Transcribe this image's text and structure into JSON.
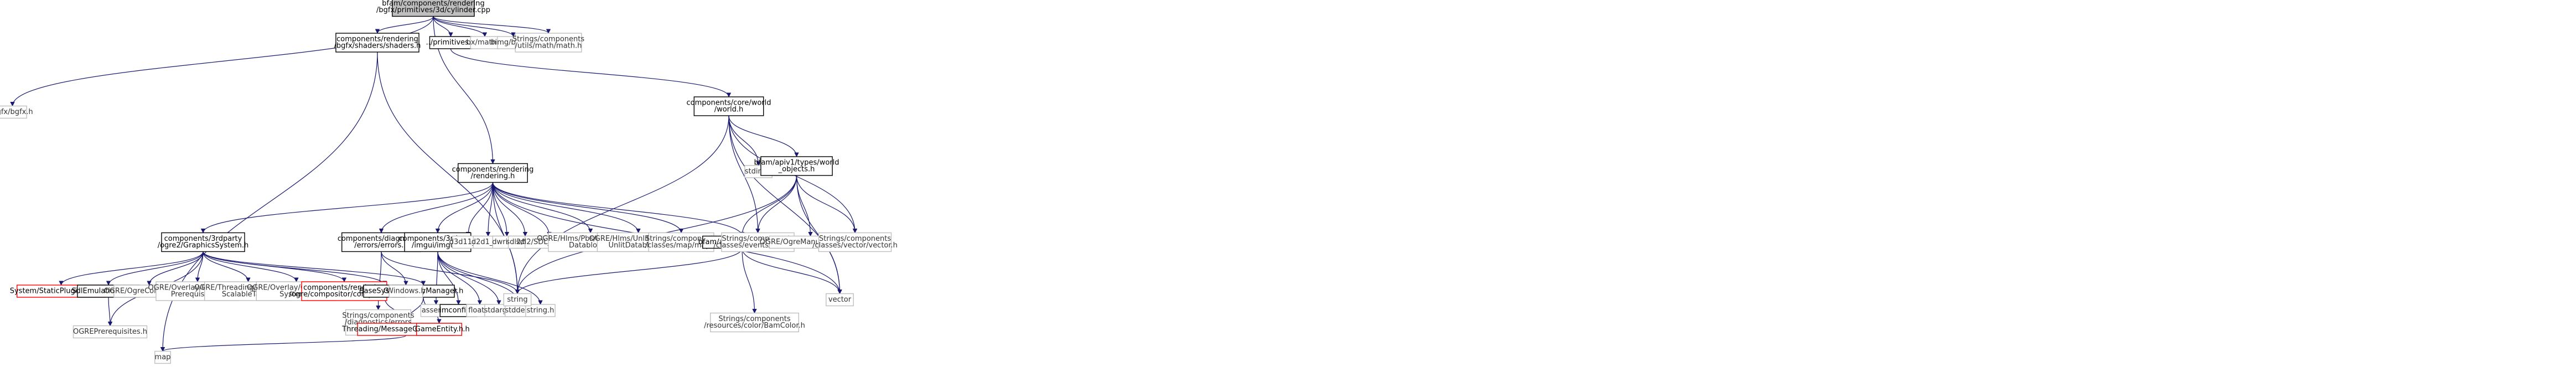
{
  "colors": {
    "edge": "#191970",
    "node_border_default": "#000000",
    "node_border_missing": "#bfbfbf",
    "node_border_red": "#ff0000",
    "root_fill": "#bfbfbf",
    "node_fill": "#ffffff",
    "missing_text": "#333333",
    "text": "#000000"
  },
  "nodes": [
    {
      "id": "root",
      "kind": "root",
      "lines": [
        "bfam/components/rendering",
        "/bgfx/primitives/3d/cylinder.cpp"
      ]
    },
    {
      "id": "bgfx_h",
      "kind": "missing",
      "lines": [
        "bgfx/bgfx.h"
      ]
    },
    {
      "id": "shaders_h",
      "kind": "doc",
      "lines": [
        "components/rendering",
        "/bgfx/shaders/shaders.h"
      ]
    },
    {
      "id": "primitives_h",
      "kind": "doc",
      "lines": [
        "../primitives.h"
      ]
    },
    {
      "id": "bx_math_h",
      "kind": "missing",
      "lines": [
        "bx/math.h"
      ]
    },
    {
      "id": "bimg_h",
      "kind": "missing",
      "lines": [
        "bimg/bimg.h"
      ]
    },
    {
      "id": "strings_math_h",
      "kind": "missing",
      "lines": [
        "Strings/components",
        "/utils/math/math.h"
      ]
    },
    {
      "id": "map",
      "kind": "missing",
      "lines": [
        "map"
      ]
    },
    {
      "id": "world_h",
      "kind": "doc",
      "lines": [
        "components/core/world",
        "/world.h"
      ]
    },
    {
      "id": "rendering_h",
      "kind": "doc",
      "lines": [
        "components/rendering",
        "/rendering.h"
      ]
    },
    {
      "id": "stdint_h",
      "kind": "missing",
      "lines": [
        "stdint.h"
      ]
    },
    {
      "id": "world_objects_h",
      "kind": "doc",
      "lines": [
        "bfam/apiv1/types/world",
        "_objects.h"
      ]
    },
    {
      "id": "graphics_system_h",
      "kind": "doc",
      "lines": [
        "components/3rdparty",
        "/ogre2/GraphicsSystem.h"
      ]
    },
    {
      "id": "diag_errors_h",
      "kind": "doc",
      "lines": [
        "components/diagnostics",
        "/errors/errors.h"
      ]
    },
    {
      "id": "imgui_h",
      "kind": "doc",
      "lines": [
        "components/3rdparty",
        "/imgui/imgui.h"
      ]
    },
    {
      "id": "d3d11_1_h",
      "kind": "missing",
      "lines": [
        "d3d11_1.h"
      ]
    },
    {
      "id": "d2d1_1_h",
      "kind": "missing",
      "lines": [
        "d2d1_1.h"
      ]
    },
    {
      "id": "dwrite_h",
      "kind": "missing",
      "lines": [
        "dwrite.h"
      ]
    },
    {
      "id": "sdl2_sdl_h",
      "kind": "missing",
      "lines": [
        "sdl2/SDL.h"
      ]
    },
    {
      "id": "sdl2_events_h",
      "kind": "missing",
      "lines": [
        "sdl2/SDL_events.h"
      ]
    },
    {
      "id": "ogre_pbs_h",
      "kind": "missing",
      "lines": [
        "OGRE/Hlms/Pbs/OgreHlmsPbs",
        "Datablock.h"
      ]
    },
    {
      "id": "ogre_unlit_h",
      "kind": "missing",
      "lines": [
        "OGRE/Hlms/Unlit/OgreHlms",
        "UnlitDatablock.h"
      ]
    },
    {
      "id": "strings_map_h",
      "kind": "missing",
      "lines": [
        "Strings/components",
        "/classes/map/map.h"
      ]
    },
    {
      "id": "tags_h",
      "kind": "doc",
      "lines": [
        "bfam/apiv1/types/tags.h"
      ]
    },
    {
      "id": "events_h",
      "kind": "missing",
      "lines": [
        "Strings/components",
        "/classes/events/events.h"
      ]
    },
    {
      "id": "ogre_manual_h",
      "kind": "missing",
      "lines": [
        "OGRE/OgreManualObject2.h"
      ]
    },
    {
      "id": "vector_h",
      "kind": "missing",
      "lines": [
        "Strings/components",
        "/classes/vector/vector.h"
      ]
    },
    {
      "id": "static_plugin_h",
      "kind": "red",
      "lines": [
        "System/StaticPluginLoader.h"
      ]
    },
    {
      "id": "sdl_emulation_h",
      "kind": "doc",
      "lines": [
        "SdlEmulationLayer.h"
      ]
    },
    {
      "id": "ogre_colour_h",
      "kind": "missing",
      "lines": [
        "OGRE/OgreColourValue.h"
      ]
    },
    {
      "id": "ogre_overlay_prereq_h",
      "kind": "missing",
      "lines": [
        "OGRE/Overlay/OgreOverlay",
        "Prerequisites.h"
      ]
    },
    {
      "id": "ogre_threading_h",
      "kind": "missing",
      "lines": [
        "OGRE/Threading/OgreUniform",
        "ScalableTask.h"
      ]
    },
    {
      "id": "ogre_overlay_system_h",
      "kind": "missing",
      "lines": [
        "OGRE/Overlay/OgreOverlay",
        "System.h"
      ]
    },
    {
      "id": "compositor_h",
      "kind": "red",
      "lines": [
        "components/rendering",
        "/ogre/compositor/compositor.h"
      ]
    },
    {
      "id": "base_system_h",
      "kind": "doc",
      "lines": [
        "BaseSystem.h"
      ]
    },
    {
      "id": "game_entity_manager_h",
      "kind": "doc",
      "lines": [
        "GameEntityManager.h"
      ]
    },
    {
      "id": "strings_diag_errors_h",
      "kind": "missing",
      "lines": [
        "Strings/components",
        "/diagnostics/errors",
        "/errors.h"
      ]
    },
    {
      "id": "windows_h",
      "kind": "missing",
      "lines": [
        "Windows.h"
      ]
    },
    {
      "id": "assert_h",
      "kind": "missing",
      "lines": [
        "assert.h"
      ]
    },
    {
      "id": "imconfig_h",
      "kind": "doc",
      "lines": [
        "imconfig.h"
      ]
    },
    {
      "id": "float_h",
      "kind": "missing",
      "lines": [
        "float.h"
      ]
    },
    {
      "id": "stdarg_h",
      "kind": "missing",
      "lines": [
        "stdarg.h"
      ]
    },
    {
      "id": "stddef_h",
      "kind": "missing",
      "lines": [
        "stddef.h"
      ]
    },
    {
      "id": "string_h",
      "kind": "missing",
      "lines": [
        "string.h"
      ]
    },
    {
      "id": "string",
      "kind": "missing",
      "lines": [
        "string"
      ]
    },
    {
      "id": "vector",
      "kind": "missing",
      "lines": [
        "vector"
      ]
    },
    {
      "id": "strings_color_h",
      "kind": "missing",
      "lines": [
        "Strings/components",
        "/resources/color/BamColor.h"
      ]
    },
    {
      "id": "ogre_prereq_h",
      "kind": "missing",
      "lines": [
        "OGREPrerequisites.h"
      ]
    },
    {
      "id": "msg_queue_h",
      "kind": "red",
      "lines": [
        "Threading/MessageQueueSystem.h"
      ]
    },
    {
      "id": "game_entity_h",
      "kind": "red",
      "lines": [
        "GameEntity.h"
      ]
    }
  ],
  "edges": [
    [
      "root",
      "bgfx_h"
    ],
    [
      "root",
      "shaders_h"
    ],
    [
      "root",
      "primitives_h"
    ],
    [
      "root",
      "bx_math_h"
    ],
    [
      "root",
      "bimg_h"
    ],
    [
      "root",
      "strings_math_h"
    ],
    [
      "root",
      "rendering_h"
    ],
    [
      "shaders_h",
      "map"
    ],
    [
      "shaders_h",
      "string"
    ],
    [
      "primitives_h",
      "world_h"
    ],
    [
      "world_h",
      "stdint_h"
    ],
    [
      "world_h",
      "world_objects_h"
    ],
    [
      "world_h",
      "events_h"
    ],
    [
      "world_h",
      "vector_h"
    ],
    [
      "world_h",
      "string"
    ],
    [
      "world_h",
      "vector"
    ],
    [
      "rendering_h",
      "graphics_system_h"
    ],
    [
      "rendering_h",
      "diag_errors_h"
    ],
    [
      "rendering_h",
      "imgui_h"
    ],
    [
      "rendering_h",
      "d3d11_1_h"
    ],
    [
      "rendering_h",
      "d2d1_1_h"
    ],
    [
      "rendering_h",
      "dwrite_h"
    ],
    [
      "rendering_h",
      "sdl2_sdl_h"
    ],
    [
      "rendering_h",
      "sdl2_events_h"
    ],
    [
      "rendering_h",
      "ogre_pbs_h"
    ],
    [
      "rendering_h",
      "ogre_unlit_h"
    ],
    [
      "rendering_h",
      "strings_map_h"
    ],
    [
      "rendering_h",
      "tags_h"
    ],
    [
      "rendering_h",
      "string"
    ],
    [
      "rendering_h",
      "vector"
    ],
    [
      "world_objects_h",
      "tags_h"
    ],
    [
      "world_objects_h",
      "events_h"
    ],
    [
      "world_objects_h",
      "ogre_manual_h"
    ],
    [
      "world_objects_h",
      "vector_h"
    ],
    [
      "world_objects_h",
      "string"
    ],
    [
      "world_objects_h",
      "vector"
    ],
    [
      "tags_h",
      "strings_color_h"
    ],
    [
      "tags_h",
      "string"
    ],
    [
      "tags_h",
      "vector"
    ],
    [
      "graphics_system_h",
      "static_plugin_h"
    ],
    [
      "graphics_system_h",
      "sdl_emulation_h"
    ],
    [
      "graphics_system_h",
      "ogre_colour_h"
    ],
    [
      "graphics_system_h",
      "ogre_overlay_prereq_h"
    ],
    [
      "graphics_system_h",
      "ogre_threading_h"
    ],
    [
      "graphics_system_h",
      "ogre_overlay_system_h"
    ],
    [
      "graphics_system_h",
      "compositor_h"
    ],
    [
      "graphics_system_h",
      "base_system_h"
    ],
    [
      "graphics_system_h",
      "game_entity_manager_h"
    ],
    [
      "graphics_system_h",
      "ogre_prereq_h"
    ],
    [
      "sdl_emulation_h",
      "ogre_prereq_h"
    ],
    [
      "base_system_h",
      "msg_queue_h"
    ],
    [
      "game_entity_manager_h",
      "msg_queue_h"
    ],
    [
      "game_entity_manager_h",
      "game_entity_h"
    ],
    [
      "msg_queue_h",
      "map"
    ],
    [
      "diag_errors_h",
      "strings_diag_errors_h"
    ],
    [
      "diag_errors_h",
      "windows_h"
    ],
    [
      "diag_errors_h",
      "string"
    ],
    [
      "imgui_h",
      "assert_h"
    ],
    [
      "imgui_h",
      "imconfig_h"
    ],
    [
      "imgui_h",
      "float_h"
    ],
    [
      "imgui_h",
      "stdarg_h"
    ],
    [
      "imgui_h",
      "stddef_h"
    ],
    [
      "imgui_h",
      "string_h"
    ]
  ]
}
